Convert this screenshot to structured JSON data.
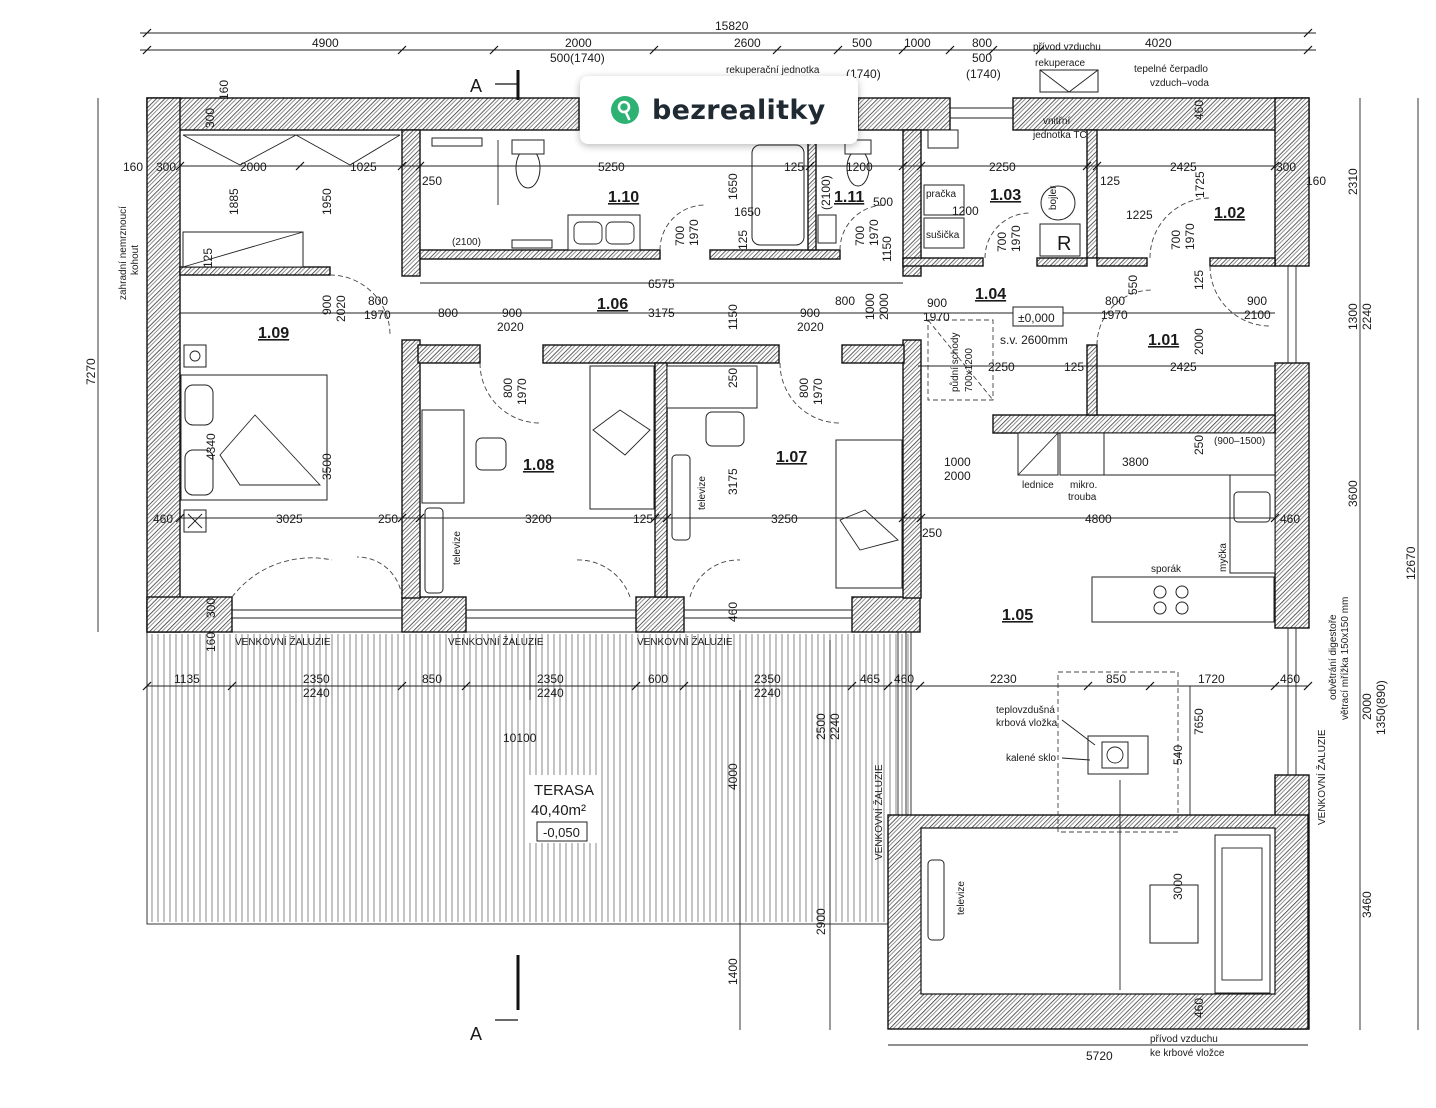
{
  "brand": {
    "name": "bezrealitky",
    "accent": "#2db274",
    "icon": "key-pin-icon"
  },
  "rooms": {
    "r101": "1.01",
    "r102": "1.02",
    "r103": "1.03",
    "r104": "1.04",
    "r105": "1.05",
    "r106": "1.06",
    "r107": "1.07",
    "r108": "1.08",
    "r109": "1.09",
    "r110": "1.10",
    "r111": "1.11"
  },
  "terrace": {
    "name": "TERASA",
    "area": "40,40m²",
    "level": "-0,050"
  },
  "elevation": {
    "zero": "±0,000",
    "height": "s.v. 2600mm"
  },
  "section_marker": "A",
  "labels": {
    "rekuperacni_jednotka": "rekuperační jednotka",
    "privod_vzduchu_top": "přívod vzduchu",
    "rekuperace": "rekuperace",
    "tepelne_cerpadlo_1": "tepelné čerpadlo",
    "tepelne_cerpadlo_2": "vzduch–voda",
    "vnitrni_1": "vnitřní",
    "vnitrni_2": "jednotka TČ",
    "pracka": "pračka",
    "susicka": "sušička",
    "bojler": "bojler",
    "R": "R",
    "pudni_schody_1": "půdní schody",
    "pudni_schody_2": "700x1200",
    "lednice": "lednice",
    "mikro_1": "mikro.",
    "mikro_2": "trouba",
    "sporak": "sporák",
    "mycka": "myčka",
    "range_900": "(900–1500)",
    "televize": "televize",
    "venkovni_zaluzie": "VENKOVNÍ ŽALUZIE",
    "teplovzdusna_1": "teplovzdušná",
    "teplovzdusna_2": "krbová vložka",
    "kalene_sklo": "kalené sklo",
    "odvetrani_1": "odvětrání digestoře",
    "odvetrani_2": "větrací mřížka 150x150 mm",
    "privod_bottom_1": "přívod vzduchu",
    "privod_bottom_2": "ke krbové vložce",
    "kohout_1": "zahradní nemrznoucí",
    "kohout_2": "kohout",
    "p2100": "(2100)"
  },
  "dims": {
    "top_total": "15820",
    "t1": "4900",
    "t2": "2000",
    "t3": "500(1740)",
    "t4": "2600",
    "t5": "500",
    "t5b": "(1740)",
    "t6": "1000",
    "t7": "800",
    "t7b": "500",
    "t7c": "(1740)",
    "t8": "4020",
    "i160a": "160",
    "i300a": "300",
    "i2000a": "2000",
    "i1025": "1025",
    "i250a": "250",
    "i5250": "5250",
    "i125a": "125",
    "i1200": "1200",
    "i2250": "2250",
    "i125b": "125",
    "i2425a": "2425",
    "i300b": "300",
    "i160b": "160",
    "i1885": "1885",
    "i1950": "1950",
    "i1650a": "1650",
    "i1650b": "1650",
    "i125c": "125",
    "i500a": "500",
    "i2100a": "(2100)",
    "i1200b": "1200",
    "i1225": "1225",
    "i1725": "1725",
    "i700a": "700",
    "i1970a": "1970",
    "i700b": "700",
    "i1970b": "1970",
    "i700c": "700",
    "i1970c": "1970",
    "i700d": "700",
    "i1970d": "1970",
    "i1150a": "1150",
    "i125d": "125",
    "i6575": "6575",
    "i2020a": "2020",
    "i800a": "800",
    "i1970e": "1970",
    "i900a": "900",
    "i800b": "800",
    "i900b": "900",
    "i2020b": "2020",
    "i3175a": "3175",
    "i1150b": "1150",
    "i900c": "900",
    "i2020c": "2020",
    "i800c": "800",
    "i1000a": "1000",
    "i2000b": "2000",
    "i900d": "900",
    "i1970f": "1970",
    "i800d": "800",
    "i1970g": "1970",
    "i550": "550",
    "i900e": "900",
    "i2100b": "2100",
    "i125e": "125",
    "i2000c": "2000",
    "i800e": "800",
    "i1970h": "1970",
    "i250b": "250",
    "i800f": "800",
    "i1970i": "1970",
    "i2250b": "2250",
    "i125f": "125",
    "i2425b": "2425",
    "i4340": "4340",
    "i3500": "3500",
    "i3175b": "3175",
    "i250c": "250",
    "i1000b": "1000",
    "i2000d": "2000",
    "i3800": "3800",
    "i460a": "460",
    "i3025": "3025",
    "i250d": "250",
    "i3200": "3200",
    "i125g": "125",
    "i3250": "3250",
    "i250e": "250",
    "i4800": "4800",
    "i460b": "460",
    "i300c": "300",
    "i160c": "160",
    "i460c": "460",
    "b1135": "1135",
    "b2350a": "2350",
    "b2240a": "2240",
    "b850a": "850",
    "b2350b": "2350",
    "b2240b": "2240",
    "b600": "600",
    "b2350c": "2350",
    "b2240c": "2240",
    "b465": "465",
    "b460a": "460",
    "b2230": "2230",
    "b850b": "850",
    "b1720": "1720",
    "b460b": "460",
    "b10100": "10100",
    "b2500": "2500",
    "b2240d": "2240",
    "b4000": "4000",
    "b540": "540",
    "b7650": "7650",
    "b2900": "2900",
    "b1400": "1400",
    "b3000": "3000",
    "b460c": "460",
    "b5720": "5720",
    "l7270": "7270",
    "r2310": "2310",
    "r1300": "1300",
    "r2240": "2240",
    "r3600": "3600",
    "r12670": "12670",
    "r2000": "2000",
    "r1350": "1350(890)",
    "r3460": "3460"
  }
}
